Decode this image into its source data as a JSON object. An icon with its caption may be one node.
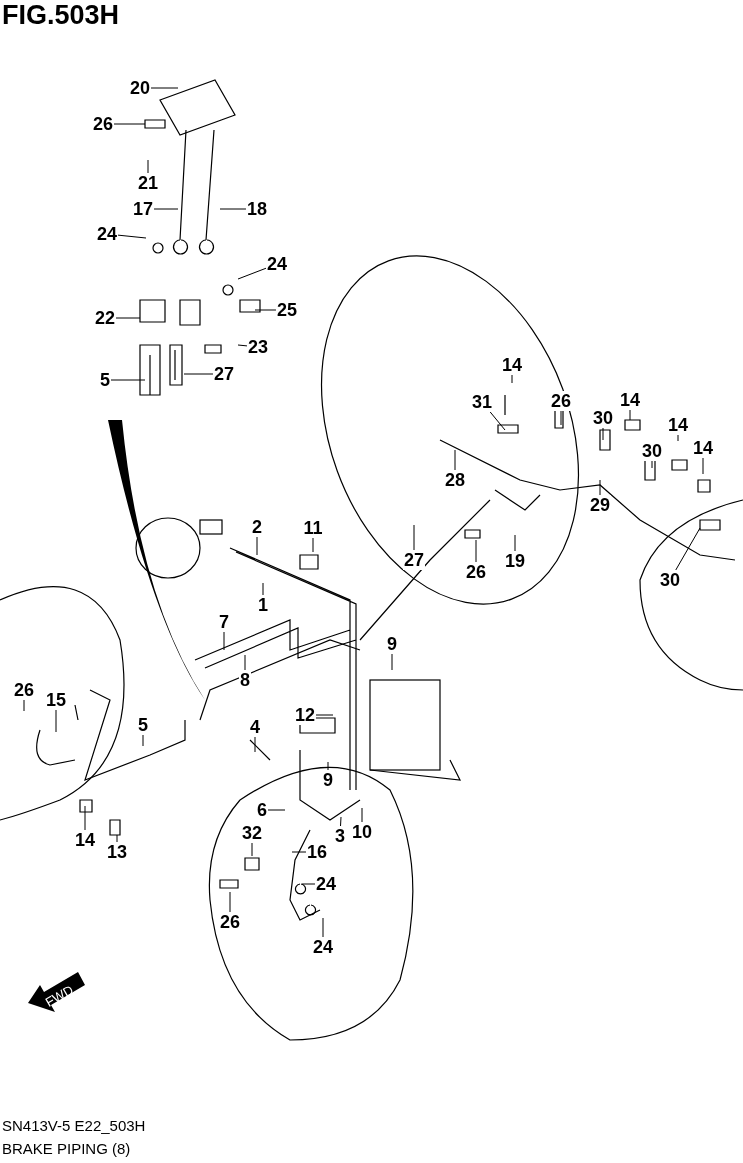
{
  "diagram": {
    "title": "FIG.503H",
    "nodes": [
      {
        "text": [
          "20"
        ]
      },
      {
        "text": [
          "26"
        ]
      },
      {
        "text": [
          "21"
        ]
      },
      {
        "text": [
          "17"
        ]
      },
      {
        "text": [
          "18"
        ]
      },
      {
        "text": [
          "24"
        ]
      },
      {
        "text": [
          "24"
        ]
      },
      {
        "text": [
          "25"
        ]
      },
      {
        "text": [
          "22"
        ]
      },
      {
        "text": [
          "23"
        ]
      },
      {
        "text": [
          "5"
        ]
      },
      {
        "text": [
          "27"
        ]
      },
      {
        "text": [
          "14"
        ]
      },
      {
        "text": [
          "31"
        ]
      },
      {
        "text": [
          "26"
        ]
      },
      {
        "text": [
          "30"
        ]
      },
      {
        "text": [
          "14"
        ]
      },
      {
        "text": [
          "30"
        ]
      },
      {
        "text": [
          "14"
        ]
      },
      {
        "text": [
          "14"
        ]
      },
      {
        "text": [
          "28"
        ]
      },
      {
        "text": [
          "29"
        ]
      },
      {
        "text": [
          "2"
        ]
      },
      {
        "text": [
          "11"
        ]
      },
      {
        "text": [
          "19"
        ]
      },
      {
        "text": [
          "26"
        ]
      },
      {
        "text": [
          "27"
        ]
      },
      {
        "text": [
          "30"
        ]
      },
      {
        "text": [
          "1"
        ]
      },
      {
        "text": [
          "7"
        ]
      },
      {
        "text": [
          "9"
        ]
      },
      {
        "text": [
          "8"
        ]
      },
      {
        "text": [
          "26"
        ]
      },
      {
        "text": [
          "15"
        ]
      },
      {
        "text": [
          "12"
        ]
      },
      {
        "text": [
          "5"
        ]
      },
      {
        "text": [
          "4"
        ]
      },
      {
        "text": [
          "9"
        ]
      },
      {
        "text": [
          "6"
        ]
      },
      {
        "text": [
          "10"
        ]
      },
      {
        "text": [
          "3"
        ]
      },
      {
        "text": [
          "14"
        ]
      },
      {
        "text": [
          "32"
        ]
      },
      {
        "text": [
          "13"
        ]
      },
      {
        "text": [
          "16"
        ]
      },
      {
        "text": [
          "24"
        ]
      },
      {
        "text": [
          "26"
        ]
      },
      {
        "text": [
          "24"
        ]
      }
    ],
    "edges": [
      {
        "from": 0,
        "to": null,
        "arrow": "none"
      },
      {
        "from": 1,
        "to": null,
        "arrow": "none"
      },
      {
        "from": 2,
        "to": null,
        "arrow": "none"
      },
      {
        "from": 3,
        "to": null,
        "arrow": "none"
      },
      {
        "from": 4,
        "to": null,
        "arrow": "none"
      },
      {
        "from": 5,
        "to": null,
        "arrow": "none"
      },
      {
        "from": 6,
        "to": null,
        "arrow": "none"
      },
      {
        "from": 7,
        "to": null,
        "arrow": "none"
      },
      {
        "from": 8,
        "to": null,
        "arrow": "none"
      },
      {
        "from": 9,
        "to": null,
        "arrow": "none"
      },
      {
        "from": 10,
        "to": null,
        "arrow": "none"
      },
      {
        "from": 11,
        "to": null,
        "arrow": "none"
      },
      {
        "from": 12,
        "to": null,
        "arrow": "none"
      },
      {
        "from": 13,
        "to": null,
        "arrow": "none"
      },
      {
        "from": 14,
        "to": null,
        "arrow": "none"
      },
      {
        "from": 15,
        "to": null,
        "arrow": "none"
      },
      {
        "from": 16,
        "to": null,
        "arrow": "none"
      },
      {
        "from": 17,
        "to": null,
        "arrow": "none"
      },
      {
        "from": 18,
        "to": null,
        "arrow": "none"
      },
      {
        "from": 19,
        "to": null,
        "arrow": "none"
      },
      {
        "from": 20,
        "to": null,
        "arrow": "none"
      },
      {
        "from": 21,
        "to": null,
        "arrow": "none"
      },
      {
        "from": 22,
        "to": null,
        "arrow": "none"
      },
      {
        "from": 23,
        "to": null,
        "arrow": "none"
      },
      {
        "from": 24,
        "to": null,
        "arrow": "none"
      },
      {
        "from": 25,
        "to": null,
        "arrow": "none"
      },
      {
        "from": 26,
        "to": null,
        "arrow": "none"
      },
      {
        "from": 27,
        "to": null,
        "arrow": "none"
      },
      {
        "from": 28,
        "to": null,
        "arrow": "none"
      },
      {
        "from": 29,
        "to": null,
        "arrow": "none"
      },
      {
        "from": 30,
        "to": null,
        "arrow": "none"
      },
      {
        "from": 31,
        "to": null,
        "arrow": "none"
      },
      {
        "from": 32,
        "to": null,
        "arrow": "none"
      },
      {
        "from": 33,
        "to": null,
        "arrow": "none"
      },
      {
        "from": 34,
        "to": null,
        "arrow": "none"
      },
      {
        "from": 35,
        "to": null,
        "arrow": "none"
      },
      {
        "from": 36,
        "to": null,
        "arrow": "none"
      },
      {
        "from": 37,
        "to": null,
        "arrow": "none"
      },
      {
        "from": 38,
        "to": null,
        "arrow": "none"
      },
      {
        "from": 39,
        "to": null,
        "arrow": "none"
      },
      {
        "from": 40,
        "to": null,
        "arrow": "none"
      },
      {
        "from": 41,
        "to": null,
        "arrow": "none"
      },
      {
        "from": 42,
        "to": null,
        "arrow": "none"
      },
      {
        "from": 43,
        "to": null,
        "arrow": "none"
      },
      {
        "from": 44,
        "to": null,
        "arrow": "none"
      },
      {
        "from": 45,
        "to": null,
        "arrow": "none"
      },
      {
        "from": 46,
        "to": null,
        "arrow": "none"
      },
      {
        "from": 47,
        "to": null,
        "arrow": "none"
      }
    ],
    "labels": [
      "FWD",
      "SN413V-5 E22_503H",
      "BRAKE PIPING (8)"
    ]
  }
}
